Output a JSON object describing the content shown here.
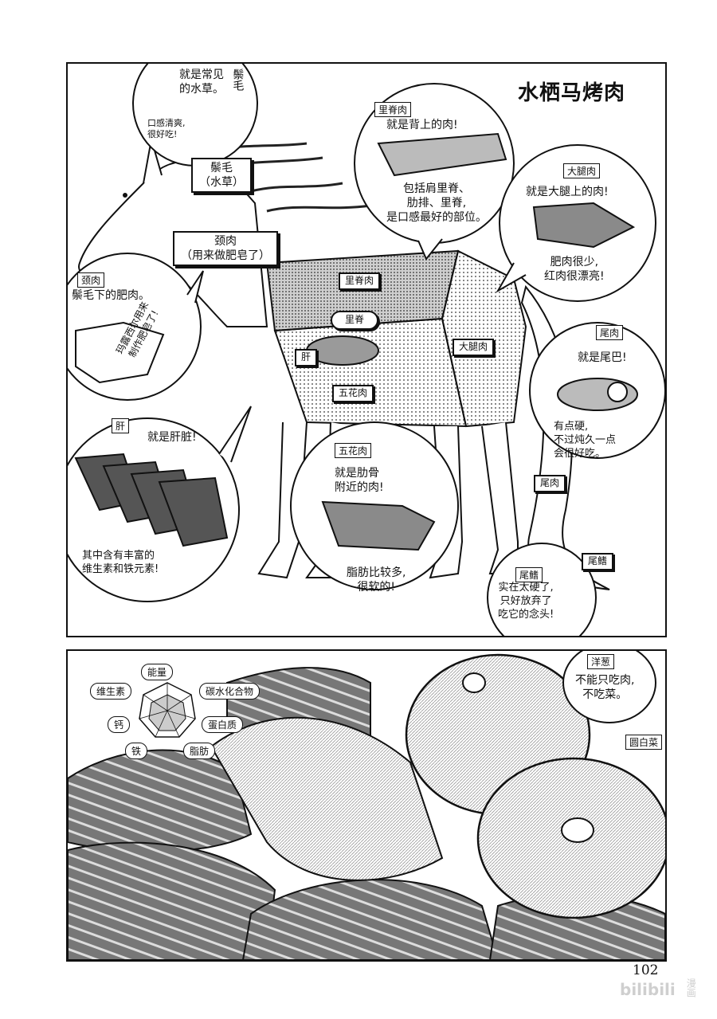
{
  "panel1": {
    "title": "水栖马烤肉",
    "mane_bubble": {
      "tag": "鬃毛",
      "text": "就是常见\n的水草。",
      "note": "口感清爽,\n很好吃!"
    },
    "mane_label": "鬃毛\n（水草）",
    "neck_label": "颈肉\n（用来做肥皂了）",
    "neck_bubble": {
      "tag": "颈肉",
      "text": "鬃毛下的肥肉。",
      "note": "玛露西尔用来\n制作肥皂了!"
    },
    "loin_bubble": {
      "tag": "里脊肉",
      "text": "就是背上的肉!",
      "text2": "包括肩里脊、\n肋排、里脊,\n是口感最好的部位。"
    },
    "thigh_bubble": {
      "tag": "大腿肉",
      "text": "就是大腿上的肉!",
      "text2": "肥肉很少,\n红肉很漂亮!"
    },
    "tail_bubble": {
      "tag": "尾肉",
      "text": "就是尾巴!",
      "text2": "有点硬,\n不过炖久一点\n会很好吃。"
    },
    "liver_bubble": {
      "tag": "肝",
      "text": "就是肝脏!",
      "text2": "其中含有丰富的\n维生素和铁元素!"
    },
    "belly_bubble": {
      "tag": "五花肉",
      "text": "就是肋骨\n附近的肉!",
      "text2": "脂肪比较多,\n很软的!"
    },
    "fin_bubble": {
      "tag": "尾鳍",
      "text": "实在太硬了,\n只好放弃了\n吃它的念头!"
    },
    "body_labels": {
      "loin_back": "里脊肉",
      "loin": "里脊",
      "liver": "肝",
      "thigh": "大腿肉",
      "belly": "五花肉",
      "tail": "尾肉",
      "fin": "尾鳍"
    }
  },
  "panel2": {
    "nutrition": {
      "energy": "能量",
      "vitamin": "维生素",
      "carbs": "碳水化合物",
      "calcium": "钙",
      "protein": "蛋白质",
      "iron": "铁",
      "fat": "脂肪"
    },
    "onion_tag": "洋葱",
    "onion_text": "不能只吃肉,\n不吃菜。",
    "cabbage_tag": "圆白菜"
  },
  "page_number": "102",
  "brand": "bilibili",
  "brand_sub": "漫画",
  "colors": {
    "ink": "#111111",
    "paper": "#ffffff",
    "tone": "#9a9a9a",
    "meat": "#8a8a8a"
  }
}
